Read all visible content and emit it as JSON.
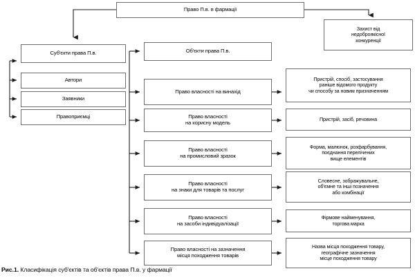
{
  "figure": {
    "caption_label": "Рис.1.",
    "caption_text": "Класифікація суб'єктів та об'єктів права П.в. у фармації"
  },
  "root": {
    "label": "Право П.в. в фармації"
  },
  "top_right": {
    "label": "Захист від\nнедоброякісної\nконкуренції"
  },
  "subjects_column": {
    "header": "Суб'єкти права П.в.",
    "items": [
      {
        "label": "Автори"
      },
      {
        "label": "Заявники"
      },
      {
        "label": "Правоприємці"
      }
    ]
  },
  "objects_column": {
    "header": "Об'єкти права П.в.",
    "items": [
      {
        "label": "Право власності на винахід"
      },
      {
        "label": "Право власності\nна корисну модель"
      },
      {
        "label": "Право власності\nна промисловий зразок"
      },
      {
        "label": "Право власності\nна знаки для товарів та послуг"
      },
      {
        "label": "Право власності\nна засоби індивідуалізації"
      },
      {
        "label": "Право власності на зазначення\nмісця походження товарів"
      }
    ]
  },
  "details_column": {
    "items": [
      {
        "label": "Пристрій, спосіб, застосування\nраніше відомого продукту\nчи способу за новим призначенням"
      },
      {
        "label": "Пристрій, засіб, речовина"
      },
      {
        "label": "Форма, малюнок, розфарбування,\nпоєднання перелічених\nвище елементів"
      },
      {
        "label": "Словесне, зображувальне,\nоб'ємне та інші позначення\nабо комбінації"
      },
      {
        "label": "Фірмове найменування,\nторгова марка"
      },
      {
        "label": "Назва місця походження товару,\nгеографічне зазначення\nмісце походження товару"
      }
    ]
  },
  "colors": {
    "box_border": "#6b6b6b",
    "connector": "#1a1a1a",
    "background": "#ffffff"
  }
}
